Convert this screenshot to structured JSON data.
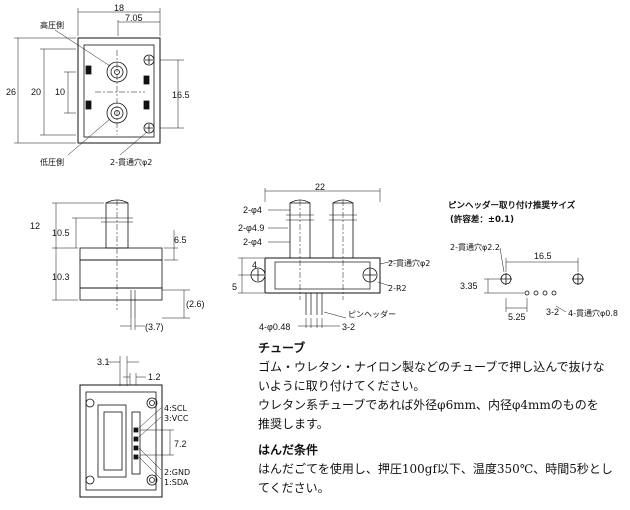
{
  "top_view": {
    "dims": {
      "width_total": "18",
      "offset_right": "7.05",
      "height_total": "26",
      "height_inner": "20",
      "port_pitch": "10",
      "hole_pitch_v": "16.5"
    },
    "labels": {
      "high_pressure": "高圧側",
      "low_pressure": "低圧側",
      "through_hole": "2-貫通穴φ2"
    }
  },
  "side_view": {
    "dims": {
      "upper": "12",
      "mid": "10.5",
      "tube_dia": "6.5",
      "lower": "10.3",
      "offset": "(2.6)",
      "lead": "(3.7)"
    }
  },
  "front_view": {
    "dims": {
      "width": "22",
      "d1": "2-φ4",
      "d2": "2-φ4.9",
      "d3": "2-φ4",
      "h4": "4",
      "h5": "5",
      "pin_dia": "4-φ0.48",
      "pin_pitch": "3-2"
    },
    "labels": {
      "through_hole": "2-貫通穴φ2",
      "radius": "2-R2",
      "pin_header": "ピンヘッダー"
    }
  },
  "recommend": {
    "title": "ピンヘッダー取り付け推奨サイズ",
    "tolerance": "(許容差：±0.1)",
    "dims": {
      "pitch": "16.5",
      "v": "3.35",
      "h": "5.25",
      "pin_pitch": "3-2"
    },
    "labels": {
      "through_hole_big": "2-貫通穴φ2.2",
      "through_hole_small": "4-貫通穴φ0.8"
    }
  },
  "bottom_view": {
    "dims": {
      "a": "3.1",
      "b": "1.2",
      "c": "7.2"
    },
    "pins": [
      "4:SCL",
      "3:VCC",
      "2:GND",
      "1:SDA"
    ]
  },
  "notes": {
    "tube_title": "チューブ",
    "tube_line1": "ゴム・ウレタン・ナイロン製などのチューブで押し込んで抜けな",
    "tube_line2": "いように取り付けてください。",
    "tube_line3": "ウレタン系チューブであれば外径φ6mm、内径φ4mmのものを",
    "tube_line4": "推奨します。",
    "solder_title": "はんだ条件",
    "solder_line1": "はんだごてを使用し、押圧100gf以下、温度350℃、時間5秒とし",
    "solder_line2": "てください。"
  },
  "colors": {
    "line": "#111111",
    "bg": "#ffffff"
  }
}
